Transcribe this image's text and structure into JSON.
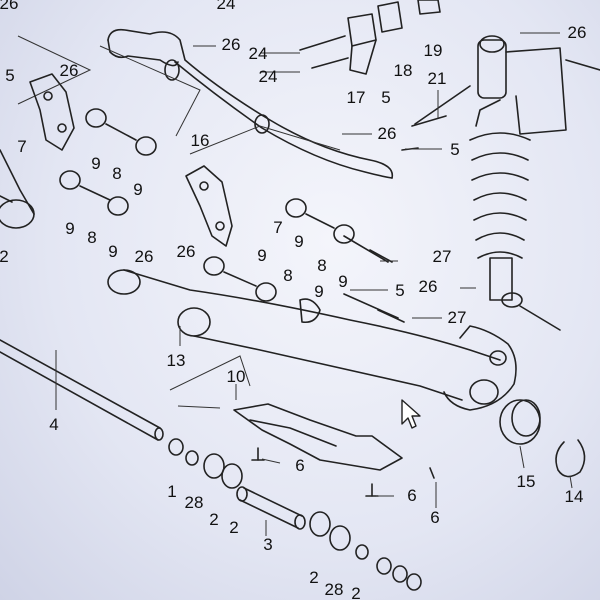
{
  "callouts": [
    {
      "id": "c-24-top",
      "text": "24"
    },
    {
      "id": "c-26-a",
      "text": "26"
    },
    {
      "id": "c-5-a",
      "text": "5"
    },
    {
      "id": "c-26-b",
      "text": "26"
    },
    {
      "id": "c-26-c",
      "text": "26"
    },
    {
      "id": "c-24-b",
      "text": "24"
    },
    {
      "id": "c-24-c",
      "text": "24"
    },
    {
      "id": "c-18",
      "text": "18"
    },
    {
      "id": "c-19",
      "text": "19"
    },
    {
      "id": "c-26-d",
      "text": "26"
    },
    {
      "id": "c-17",
      "text": "17"
    },
    {
      "id": "c-5-b",
      "text": "5"
    },
    {
      "id": "c-21",
      "text": "21"
    },
    {
      "id": "c-7-a",
      "text": "7"
    },
    {
      "id": "c-9-a",
      "text": "9"
    },
    {
      "id": "c-8-a",
      "text": "8"
    },
    {
      "id": "c-9-b",
      "text": "9"
    },
    {
      "id": "c-16",
      "text": "16"
    },
    {
      "id": "c-26-e",
      "text": "26"
    },
    {
      "id": "c-5-c",
      "text": "5"
    },
    {
      "id": "c-9-c",
      "text": "9"
    },
    {
      "id": "c-8-b",
      "text": "8"
    },
    {
      "id": "c-9-d",
      "text": "9"
    },
    {
      "id": "c-26-f",
      "text": "26"
    },
    {
      "id": "c-7-b",
      "text": "7"
    },
    {
      "id": "c-26-g",
      "text": "26"
    },
    {
      "id": "c-9-e",
      "text": "9"
    },
    {
      "id": "c-9-f",
      "text": "9"
    },
    {
      "id": "c-8-c",
      "text": "8"
    },
    {
      "id": "c-9-g",
      "text": "9"
    },
    {
      "id": "c-27-a",
      "text": "27"
    },
    {
      "id": "c-8-d",
      "text": "8"
    },
    {
      "id": "c-9-h",
      "text": "9"
    },
    {
      "id": "c-5-d",
      "text": "5"
    },
    {
      "id": "c-26-h",
      "text": "26"
    },
    {
      "id": "c-27-b",
      "text": "27"
    },
    {
      "id": "c-2-left",
      "text": "2"
    },
    {
      "id": "c-13",
      "text": "13"
    },
    {
      "id": "c-10",
      "text": "10"
    },
    {
      "id": "c-4",
      "text": "4"
    },
    {
      "id": "c-6-a",
      "text": "6"
    },
    {
      "id": "c-6-b",
      "text": "6"
    },
    {
      "id": "c-6-c",
      "text": "6"
    },
    {
      "id": "c-1",
      "text": "1"
    },
    {
      "id": "c-28-a",
      "text": "28"
    },
    {
      "id": "c-2-a",
      "text": "2"
    },
    {
      "id": "c-2-b",
      "text": "2"
    },
    {
      "id": "c-3",
      "text": "3"
    },
    {
      "id": "c-15",
      "text": "15"
    },
    {
      "id": "c-14",
      "text": "14"
    },
    {
      "id": "c-2-c",
      "text": "2"
    },
    {
      "id": "c-28-b",
      "text": "28"
    },
    {
      "id": "c-2-d",
      "text": "2"
    }
  ]
}
